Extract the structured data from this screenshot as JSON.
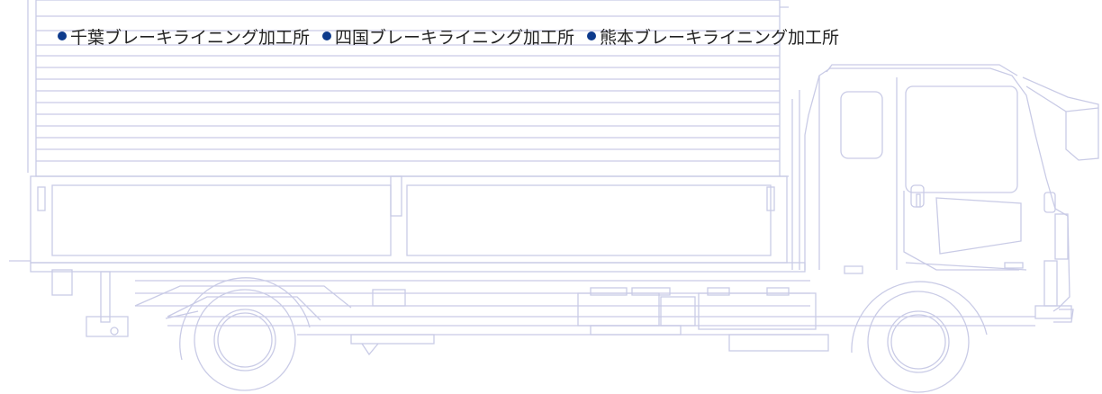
{
  "locations": [
    {
      "label": "千葉ブレーキライニング加工所"
    },
    {
      "label": "四国ブレーキライニング加工所"
    },
    {
      "label": "熊本ブレーキライニング加工所"
    }
  ],
  "colors": {
    "bullet": "#0d3a8c",
    "line_art": "#c9cbe6",
    "text": "#222222"
  },
  "illustration": {
    "icon": "box-truck-line-art-icon"
  }
}
